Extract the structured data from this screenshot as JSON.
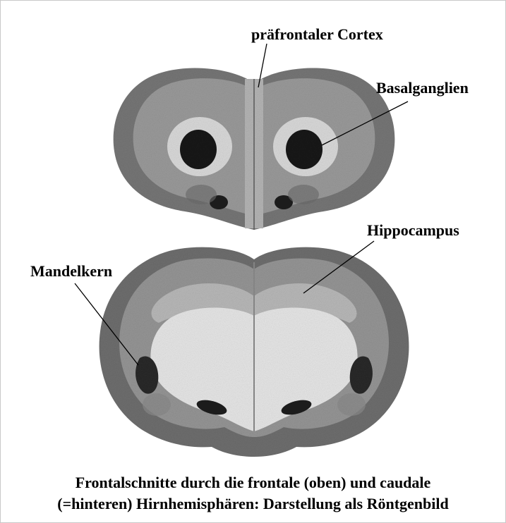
{
  "labels": {
    "prefrontal": "präfrontaler Cortex",
    "basal_ganglia": "Basalganglien",
    "hippocampus": "Hippocampus",
    "amygdala": "Mandelkern"
  },
  "caption": {
    "line1": "Frontalschnitte durch die frontale (oben) und caudale",
    "line2": "(=hinteren) Hirnhemisphären: Darstellung als Röntgenbild"
  },
  "colors": {
    "cortex_dark": "#6e6e6e",
    "cortex_mid": "#8c8c8c",
    "tissue_light": "#bdbdbd",
    "white_matter": "#e6e6e6",
    "nucleus": "#1a1a1a"
  }
}
